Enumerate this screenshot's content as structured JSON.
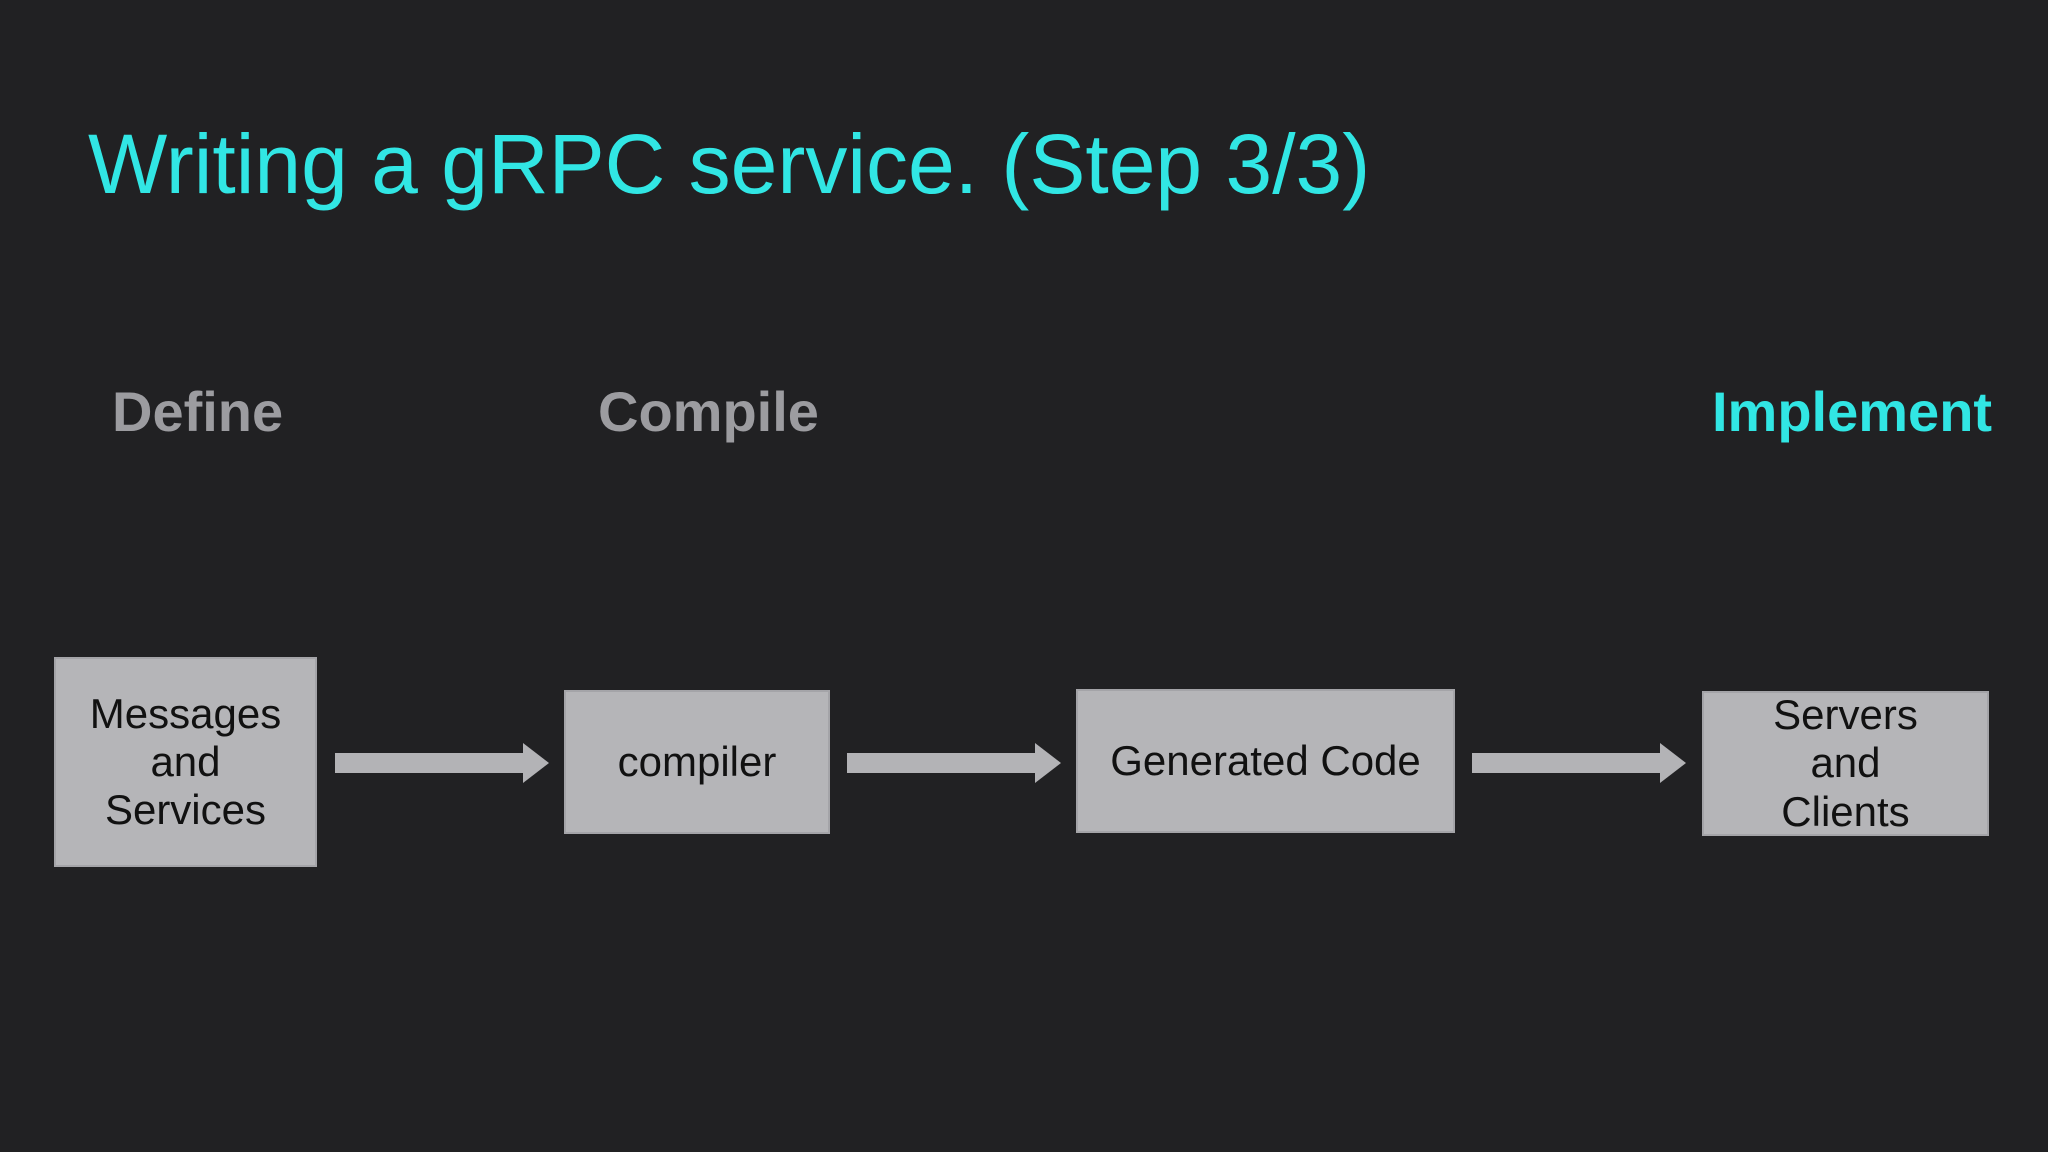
{
  "colors": {
    "background": "#212123",
    "accent-cyan": "#31e6e4",
    "muted-gray": "#9c9ca0",
    "box-fill": "#b5b5b8",
    "box-border": "#a4a4a8",
    "box-text": "#111111",
    "arrow-fill": "#b3b3b6"
  },
  "slide": {
    "title": "Writing a gRPC service. (Step 3/3)",
    "stages": [
      {
        "label": "Define",
        "emphasized": false
      },
      {
        "label": "Compile",
        "emphasized": false
      },
      {
        "label": "Implement",
        "emphasized": true
      }
    ],
    "flow_nodes": [
      {
        "label": "Messages\nand\nServices"
      },
      {
        "label": "compiler"
      },
      {
        "label": "Generated Code"
      },
      {
        "label": "Servers\nand\nClients"
      }
    ]
  }
}
